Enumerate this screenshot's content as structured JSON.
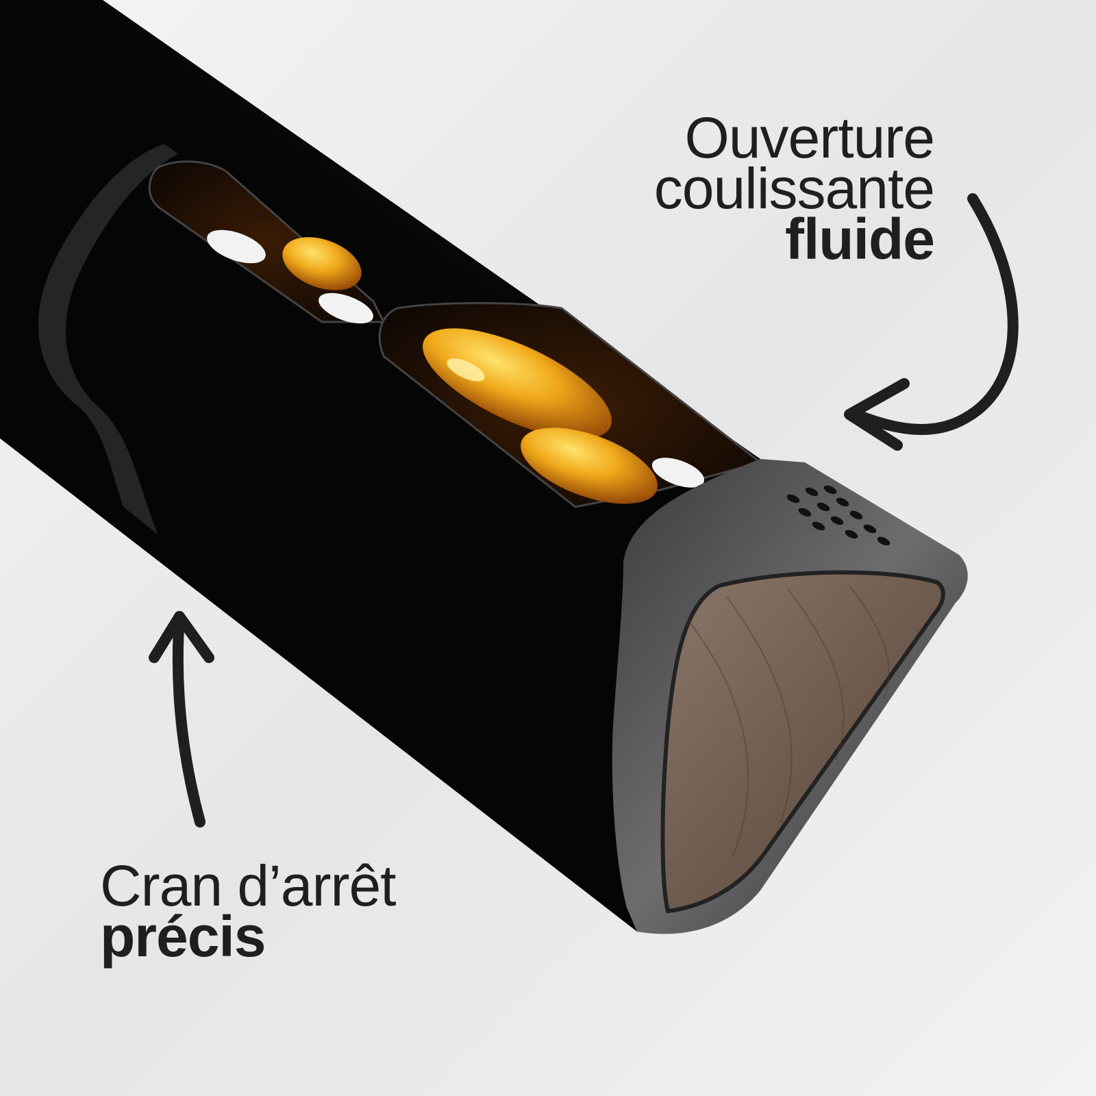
{
  "callouts": {
    "opening": {
      "line1": "Ouverture",
      "line2": "coulissante",
      "line3": "fluide"
    },
    "detent": {
      "line1": "Cran d’arrêt",
      "line2": "précis"
    }
  },
  "colors": {
    "background": "#ececec",
    "case_body": "#0c0c0c",
    "metal_cap": "#5a5a5c",
    "wood_insert": "#6f5c4f",
    "capsule_amber": "#e69a12",
    "text": "#1f1f1f"
  },
  "icons": {
    "opening_arrow": "curved-arrow-icon",
    "detent_arrow": "up-arrow-icon"
  }
}
